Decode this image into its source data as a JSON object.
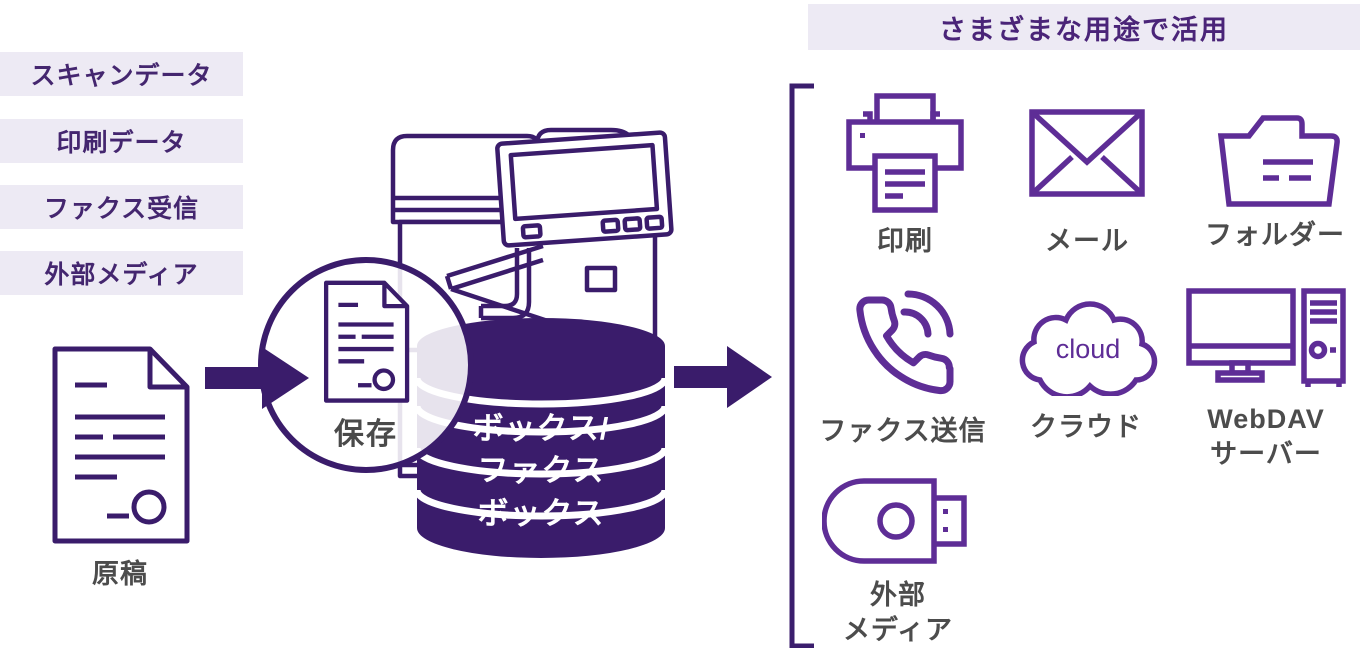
{
  "header": {
    "title": "さまざまな用途で活用"
  },
  "inputs": [
    {
      "label": "スキャンデータ"
    },
    {
      "label": "印刷データ"
    },
    {
      "label": "ファクス受信"
    },
    {
      "label": "外部メディア"
    }
  ],
  "original": {
    "label": "原稿"
  },
  "magnifier": {
    "label": "保存"
  },
  "storage_box": {
    "line1": "ボックス/",
    "line2": "ファクス",
    "line3": "ボックス"
  },
  "outputs": [
    {
      "label": "印刷",
      "icon": "printer-icon"
    },
    {
      "label": "メール",
      "icon": "envelope-icon"
    },
    {
      "label": "フォルダー",
      "icon": "folder-icon"
    },
    {
      "label": "ファクス送信",
      "icon": "fax-phone-icon"
    },
    {
      "label": "クラウド",
      "icon": "cloud-icon",
      "icon_text": "cloud"
    },
    {
      "label": "WebDAV\nサーバー",
      "icon": "webdav-server-icon"
    },
    {
      "label": "外部\nメディア",
      "icon": "usb-media-icon"
    }
  ],
  "colors": {
    "deep_purple": "#3a1c6b",
    "icon_purple": "#5e2d96",
    "label_bg": "#edeaf4",
    "label_text": "#44266f",
    "caption_text": "#4c4c4c"
  }
}
